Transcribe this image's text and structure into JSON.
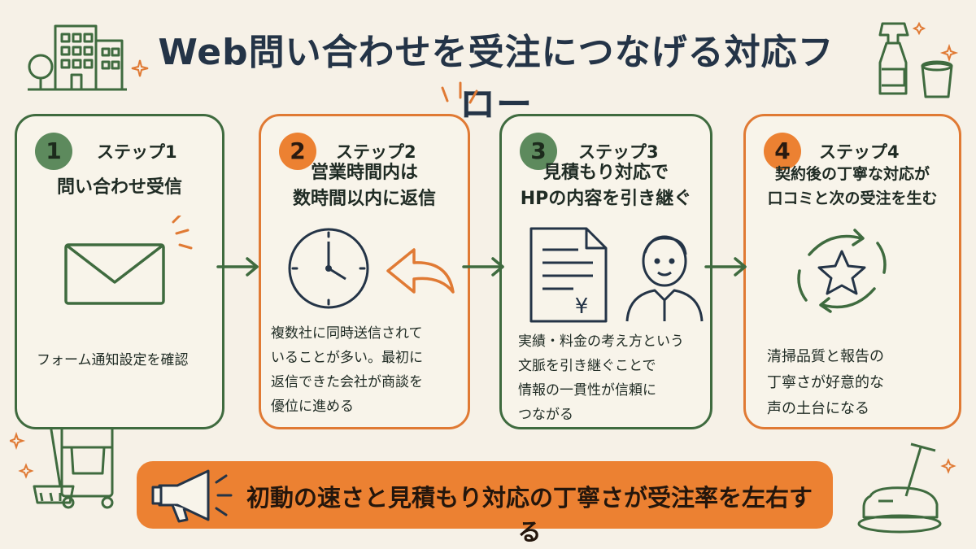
{
  "title": "Web問い合わせを受注につなげる対応フロー",
  "colors": {
    "green": "#3f6b3f",
    "orange": "#ec8132",
    "background": "#f6f1e7"
  },
  "steps": [
    {
      "number": "1",
      "label": "ステップ1",
      "heading": [
        "問い合わせ受信"
      ],
      "description": [
        "フォーム通知設定を確認"
      ],
      "icon": "envelope-icon"
    },
    {
      "number": "2",
      "label": "ステップ2",
      "heading": [
        "営業時間内は",
        "数時間以内に返信"
      ],
      "description": [
        "複数社に同時送信されて",
        "いることが多い。最初に",
        "返信できた会社が商談を",
        "優位に進める"
      ],
      "icon": "clock-icon"
    },
    {
      "number": "3",
      "label": "ステップ3",
      "heading": [
        "見積もり対応で",
        "HPの内容を引き継ぐ"
      ],
      "description": [
        "実績・料金の考え方という",
        "文脈を引き継ぐことで",
        "情報の一貫性が信頼に",
        "つながる"
      ],
      "icon": "document-yen-icon",
      "yen": "¥"
    },
    {
      "number": "4",
      "label": "ステップ4",
      "heading": [
        "契約後の丁寧な対応が",
        "口コミと次の受注を生む"
      ],
      "description": [
        "清掃品質と報告の",
        "丁寧さが好意的な",
        "声の土台になる"
      ],
      "icon": "star-cycle-icon"
    }
  ],
  "banner": {
    "text": "初動の速さと見積もり対応の丁寧さが受注率を左右する",
    "icon": "megaphone-icon"
  }
}
